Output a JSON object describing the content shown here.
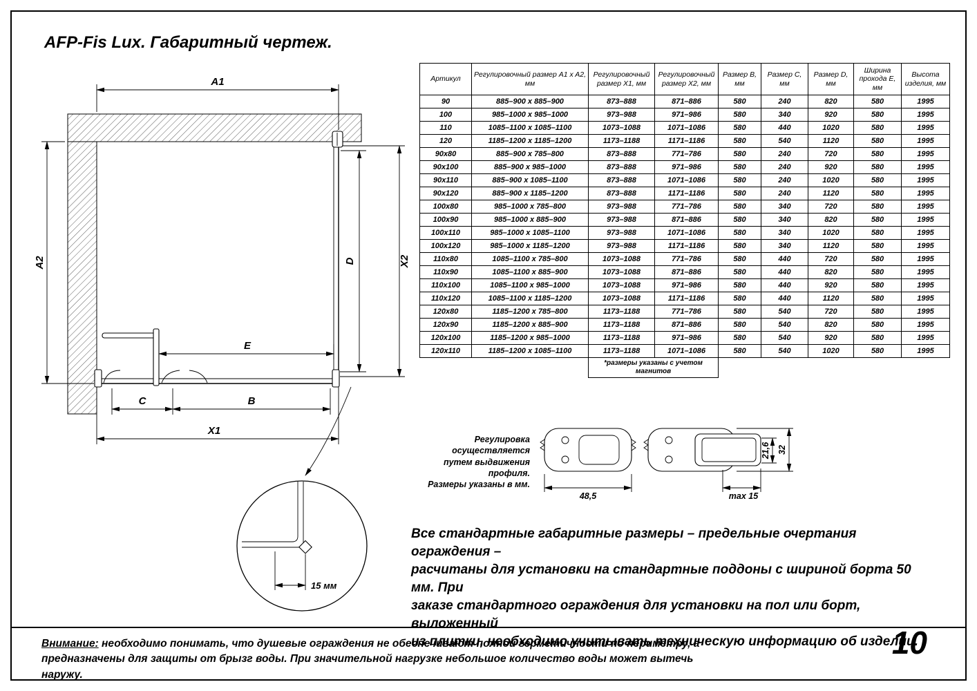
{
  "page": {
    "title": "AFP-Fis Lux. Габаритный чертеж.",
    "number": "10"
  },
  "table": {
    "headers": [
      "Артикул",
      "Регулировочный размер A1 x A2, мм",
      "Регулировочный размер X1, мм",
      "Регулировочный размер X2, мм",
      "Размер B, мм",
      "Размер C, мм",
      "Размер D, мм",
      "Ширина прохода E, мм",
      "Высота изделия, мм"
    ],
    "rows": [
      [
        "90",
        "885–900 x 885–900",
        "873–888",
        "871–886",
        "580",
        "240",
        "820",
        "580",
        "1995"
      ],
      [
        "100",
        "985–1000 x 985–1000",
        "973–988",
        "971–986",
        "580",
        "340",
        "920",
        "580",
        "1995"
      ],
      [
        "110",
        "1085–1100 x 1085–1100",
        "1073–1088",
        "1071–1086",
        "580",
        "440",
        "1020",
        "580",
        "1995"
      ],
      [
        "120",
        "1185–1200 x 1185–1200",
        "1173–1188",
        "1171–1186",
        "580",
        "540",
        "1120",
        "580",
        "1995"
      ],
      [
        "90x80",
        "885–900 x 785–800",
        "873–888",
        "771–786",
        "580",
        "240",
        "720",
        "580",
        "1995"
      ],
      [
        "90x100",
        "885–900 x 985–1000",
        "873–888",
        "971–986",
        "580",
        "240",
        "920",
        "580",
        "1995"
      ],
      [
        "90x110",
        "885–900 x 1085–1100",
        "873–888",
        "1071–1086",
        "580",
        "240",
        "1020",
        "580",
        "1995"
      ],
      [
        "90x120",
        "885–900 x 1185–1200",
        "873–888",
        "1171–1186",
        "580",
        "240",
        "1120",
        "580",
        "1995"
      ],
      [
        "100x80",
        "985–1000 x 785–800",
        "973–988",
        "771–786",
        "580",
        "340",
        "720",
        "580",
        "1995"
      ],
      [
        "100x90",
        "985–1000 x 885–900",
        "973–988",
        "871–886",
        "580",
        "340",
        "820",
        "580",
        "1995"
      ],
      [
        "100x110",
        "985–1000 x 1085–1100",
        "973–988",
        "1071–1086",
        "580",
        "340",
        "1020",
        "580",
        "1995"
      ],
      [
        "100x120",
        "985–1000 x 1185–1200",
        "973–988",
        "1171–1186",
        "580",
        "340",
        "1120",
        "580",
        "1995"
      ],
      [
        "110x80",
        "1085–1100 x 785–800",
        "1073–1088",
        "771–786",
        "580",
        "440",
        "720",
        "580",
        "1995"
      ],
      [
        "110x90",
        "1085–1100 x 885–900",
        "1073–1088",
        "871–886",
        "580",
        "440",
        "820",
        "580",
        "1995"
      ],
      [
        "110x100",
        "1085–1100 x 985–1000",
        "1073–1088",
        "971–986",
        "580",
        "440",
        "920",
        "580",
        "1995"
      ],
      [
        "110x120",
        "1085–1100 x 1185–1200",
        "1073–1088",
        "1171–1186",
        "580",
        "440",
        "1120",
        "580",
        "1995"
      ],
      [
        "120x80",
        "1185–1200 x 785–800",
        "1173–1188",
        "771–786",
        "580",
        "540",
        "720",
        "580",
        "1995"
      ],
      [
        "120x90",
        "1185–1200 x 885–900",
        "1173–1188",
        "871–886",
        "580",
        "540",
        "820",
        "580",
        "1995"
      ],
      [
        "120x100",
        "1185–1200 x 985–1000",
        "1173–1188",
        "971–986",
        "580",
        "540",
        "920",
        "580",
        "1995"
      ],
      [
        "120x110",
        "1185–1200 x 1085–1100",
        "1173–1188",
        "1071–1086",
        "580",
        "540",
        "1020",
        "580",
        "1995"
      ]
    ],
    "footnote": "*размеры указаны с учетом\nмагнитов"
  },
  "drawing": {
    "dims": {
      "a1": "A1",
      "a2": "A2",
      "x1": "X1",
      "x2": "X2",
      "b": "B",
      "c": "C",
      "d": "D",
      "e": "E"
    },
    "detail_dim": "15 мм"
  },
  "profiles": {
    "note": "Регулировка осуществляется\nпутем выдвижения профиля.\nРазмеры указаны в мм.",
    "width_dim": "48,5",
    "extension_dim": "max 15",
    "inner_height_dim": "21,6",
    "height_dim": "32"
  },
  "notes": {
    "standard": "Все стандартные габаритные размеры – предельные очертания ограждения –\nрасчитаны для установки на стандартные поддоны с шириной борта 50 мм. При\nзаказе стандартного ограждения для установки на пол или борт, выложенный\nиз плитки, необходимо учитывать техническую информацию об изделии.",
    "warning_label": "Внимание:",
    "warning_text": " необходимо понимать, что душевые ограждения не обеспечивают полной герметичности по периметру, а предназначены для защиты от брызг воды. При значительной нагрузке небольшое количество воды может вытечь наружу."
  }
}
